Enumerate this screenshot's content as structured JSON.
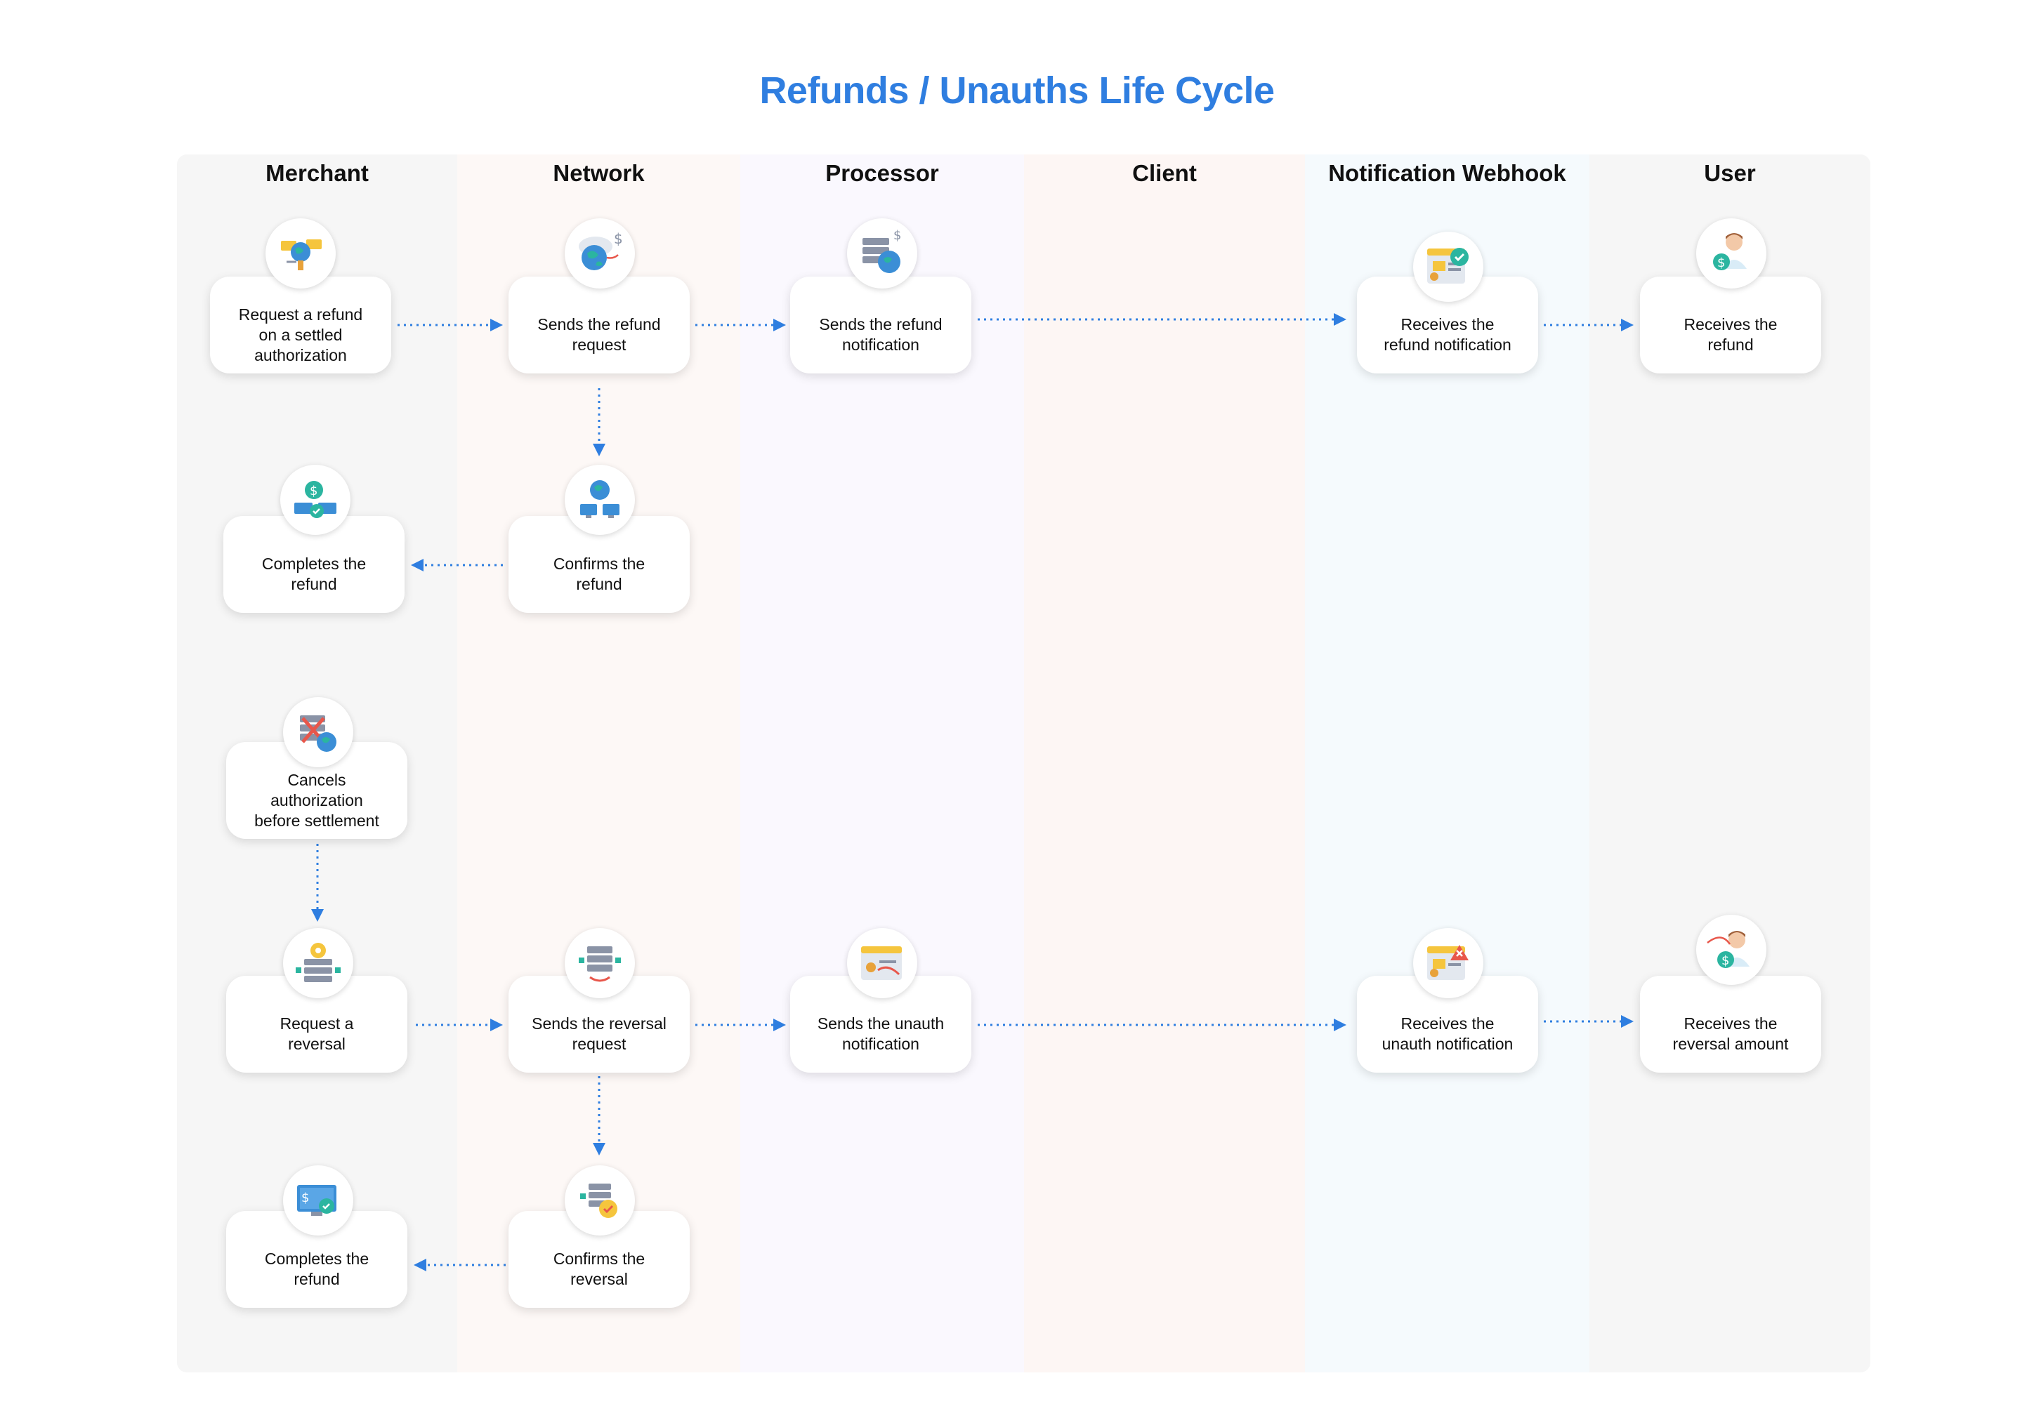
{
  "title": "Refunds / Unauths Life Cycle",
  "lanes": [
    {
      "label": "Merchant",
      "color": "#f6f6f6"
    },
    {
      "label": "Network",
      "color": "#fdf8f6"
    },
    {
      "label": "Processor",
      "color": "#faf8fe"
    },
    {
      "label": "Client",
      "color": "#fdf6f4"
    },
    {
      "label": "Notification Webhook",
      "color": "#f5fafd"
    },
    {
      "label": "User",
      "color": "#f6f6f6"
    }
  ],
  "nodes": {
    "merchant_request_refund": "Request a refund\non a settled\nauthorization",
    "network_sends_refund_request": "Sends the refund\nrequest",
    "processor_sends_refund_notification": "Sends the refund\nnotification",
    "webhook_receives_refund_notification": "Receives the\nrefund notification",
    "user_receives_refund": "Receives the\nrefund",
    "merchant_completes_refund_1": "Completes the\nrefund",
    "network_confirms_refund": "Confirms the\nrefund",
    "merchant_cancels_authorization": "Cancels\nauthorization\nbefore settlement",
    "merchant_request_reversal": "Request a\nreversal",
    "network_sends_reversal_request": "Sends the reversal\nrequest",
    "processor_sends_unauth_notification": "Sends the unauth\nnotification",
    "webhook_receives_unauth_notification": "Receives the\nunauth notification",
    "user_receives_reversal_amount": "Receives the\nreversal amount",
    "merchant_completes_refund_2": "Completes the\nrefund",
    "network_confirms_reversal": "Confirms the\nreversal"
  },
  "icons": {
    "merchant_request_refund": "refund-request-icon",
    "network_sends_refund_request": "globe-cloud-dollar-icon",
    "processor_sends_refund_notification": "server-globe-dollar-icon",
    "webhook_receives_refund_notification": "browser-check-icon",
    "user_receives_refund": "user-dollar-icon",
    "merchant_completes_refund_1": "monitors-dollar-check-icon",
    "network_confirms_refund": "monitors-globe-icon",
    "merchant_cancels_authorization": "server-cancel-globe-icon",
    "merchant_request_reversal": "server-gear-icon",
    "network_sends_reversal_request": "server-arrows-icon",
    "processor_sends_unauth_notification": "browser-arrow-icon",
    "webhook_receives_unauth_notification": "browser-error-icon",
    "user_receives_reversal_amount": "user-dollar-arrow-icon",
    "merchant_completes_refund_2": "monitor-dollar-check-icon",
    "network_confirms_reversal": "server-check-icon"
  },
  "colors": {
    "title": "#2f7ee0",
    "arrow": "#2f7ee0",
    "icon_teal": "#2bb5a0",
    "icon_blue": "#3b8ed6",
    "icon_yellow": "#f5c53d",
    "icon_red": "#e8574b",
    "icon_gray": "#8a93a6"
  }
}
